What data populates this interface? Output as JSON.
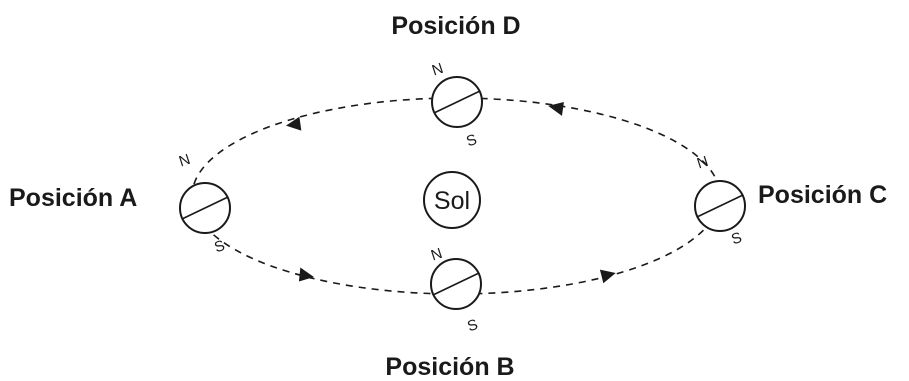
{
  "sun": {
    "label": "Sol"
  },
  "positions": [
    {
      "id": "A",
      "label": "Posición A",
      "north": "N",
      "south": "S"
    },
    {
      "id": "B",
      "label": "Posición B",
      "north": "N",
      "south": "S"
    },
    {
      "id": "C",
      "label": "Posición C",
      "north": "N",
      "south": "S"
    },
    {
      "id": "D",
      "label": "Posición D",
      "north": "N",
      "south": "S"
    }
  ]
}
